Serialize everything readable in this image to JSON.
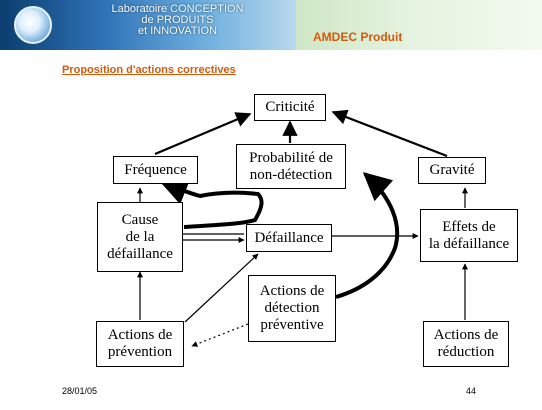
{
  "header": {
    "lab_line1": "Laboratoire CONCEPTION",
    "lab_line2": "de PRODUITS",
    "lab_line3": "et INNOVATION",
    "title": "AMDEC Produit"
  },
  "subtitle": "Proposition d'actions correctives",
  "boxes": {
    "criticite": "Criticité",
    "frequence": "Fréquence",
    "probabilite_l1": "Probabilité de",
    "probabilite_l2": "non-détection",
    "gravite": "Gravité",
    "cause_l1": "Cause",
    "cause_l2": "de la",
    "cause_l3": "défaillance",
    "defaillance": "Défaillance",
    "effets_l1": "Effets de",
    "effets_l2": "la défaillance",
    "detection_l1": "Actions de",
    "detection_l2": "détection",
    "detection_l3": "préventive",
    "prevention_l1": "Actions de",
    "prevention_l2": "prévention",
    "reduction_l1": "Actions de",
    "reduction_l2": "réduction"
  },
  "footer": {
    "date": "28/01/05",
    "page": "44"
  }
}
